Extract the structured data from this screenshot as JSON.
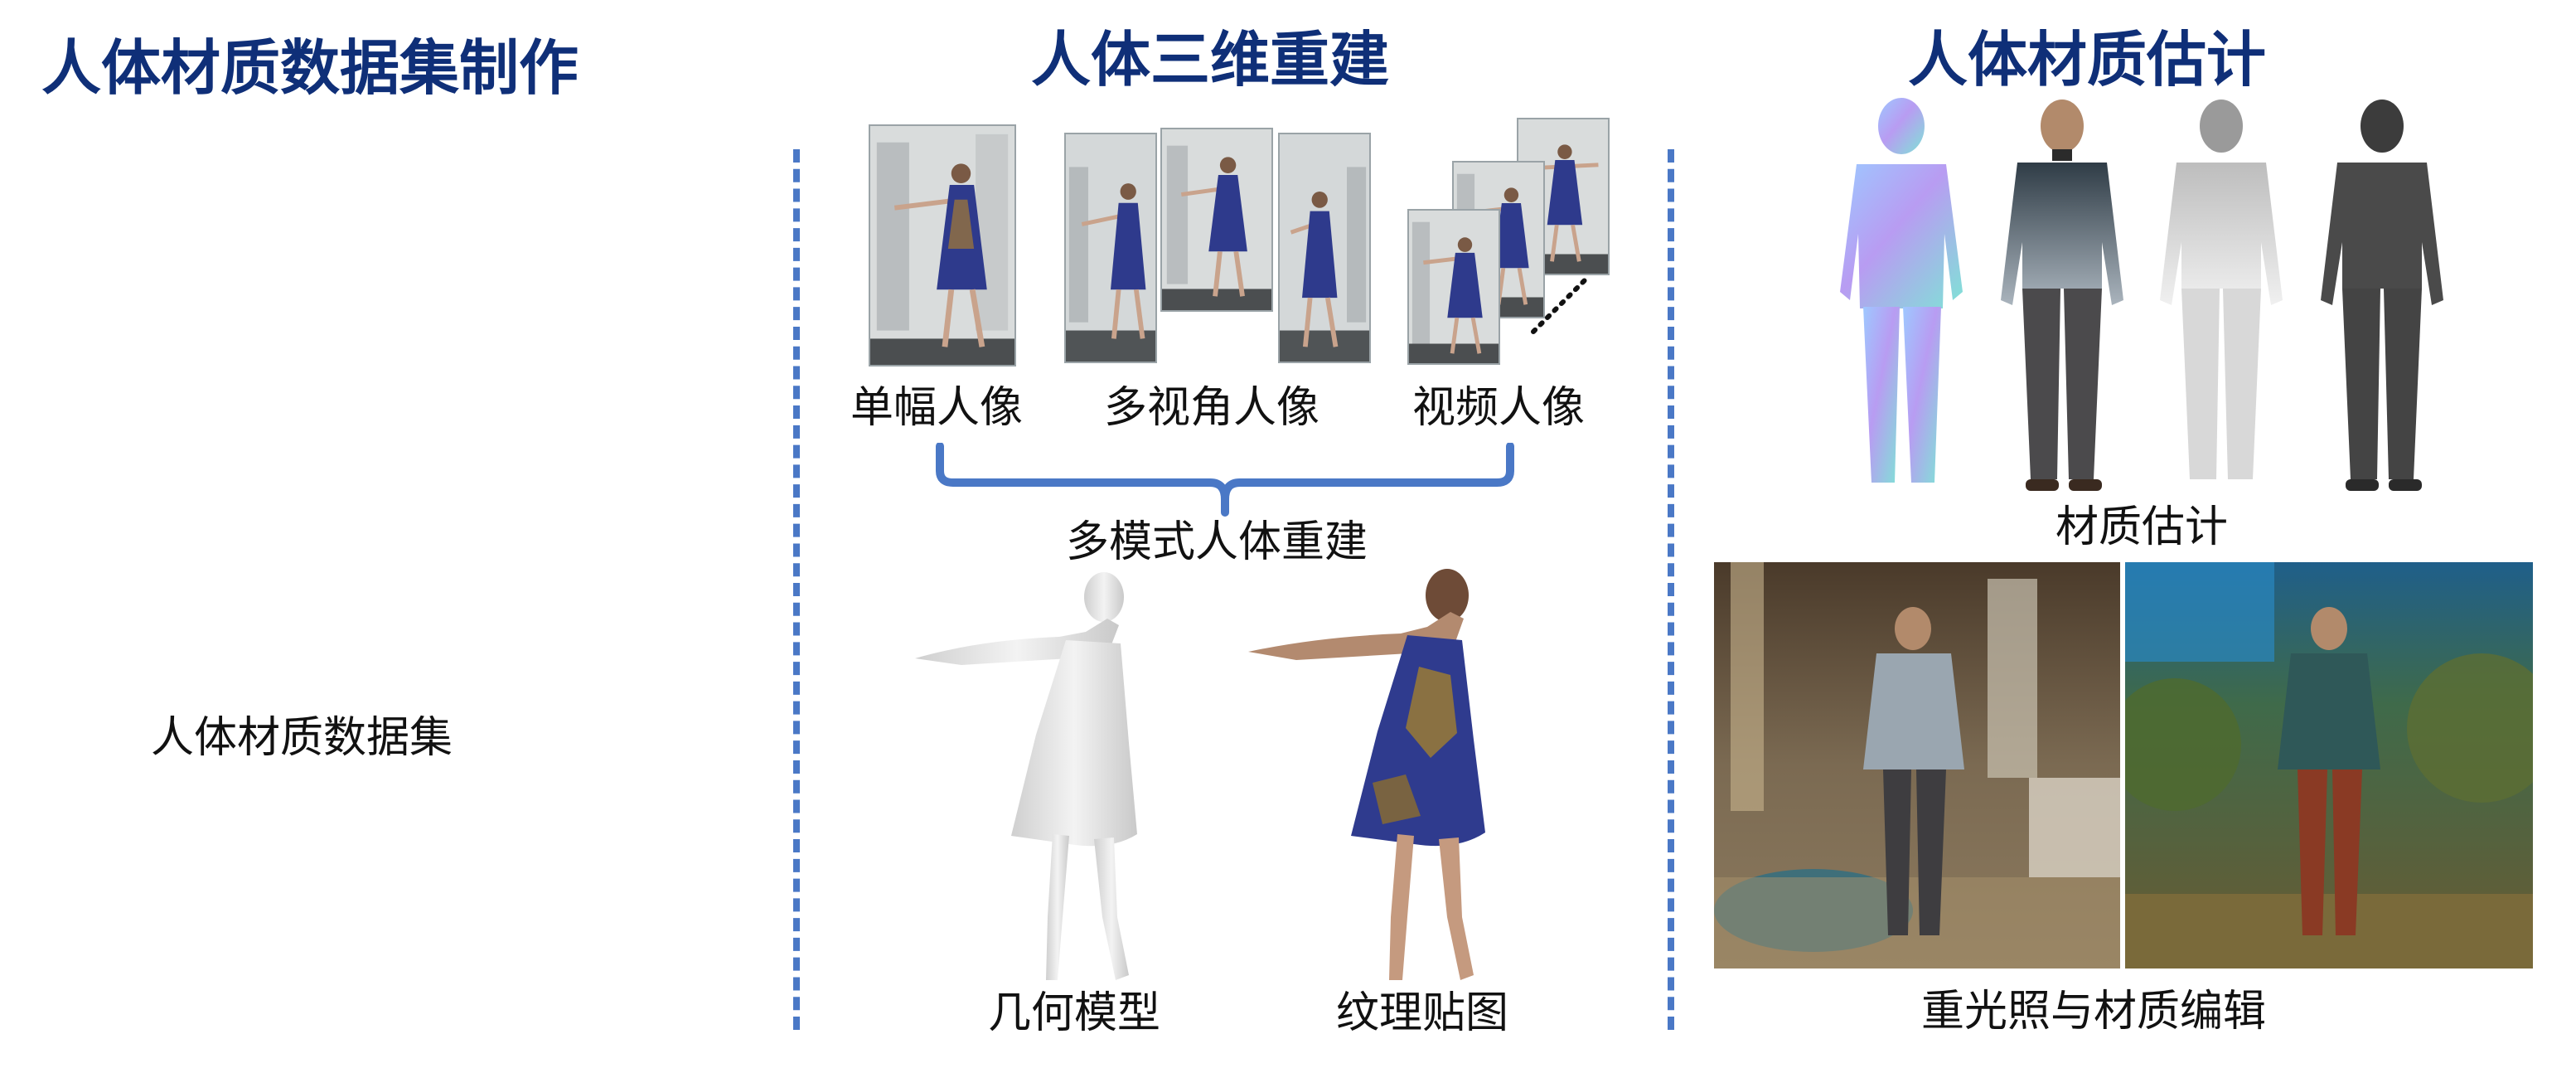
{
  "sections": {
    "dataset": {
      "title": "人体材质数据集制作",
      "caption": "人体材质数据集"
    },
    "reconstruction": {
      "title": "人体三维重建",
      "input_labels": [
        "单幅人像",
        "多视角人像",
        "视频人像"
      ],
      "brace_label": "多模式人体重建",
      "output_labels": [
        "几何模型",
        "纹理贴图"
      ]
    },
    "material": {
      "title": "人体材质估计",
      "estimation_label": "材质估计",
      "relighting_label": "重光照与材质编辑"
    }
  },
  "colors": {
    "heading": "#0f2f78",
    "divider": "#4a78c6",
    "brace": "#4a78c6"
  }
}
